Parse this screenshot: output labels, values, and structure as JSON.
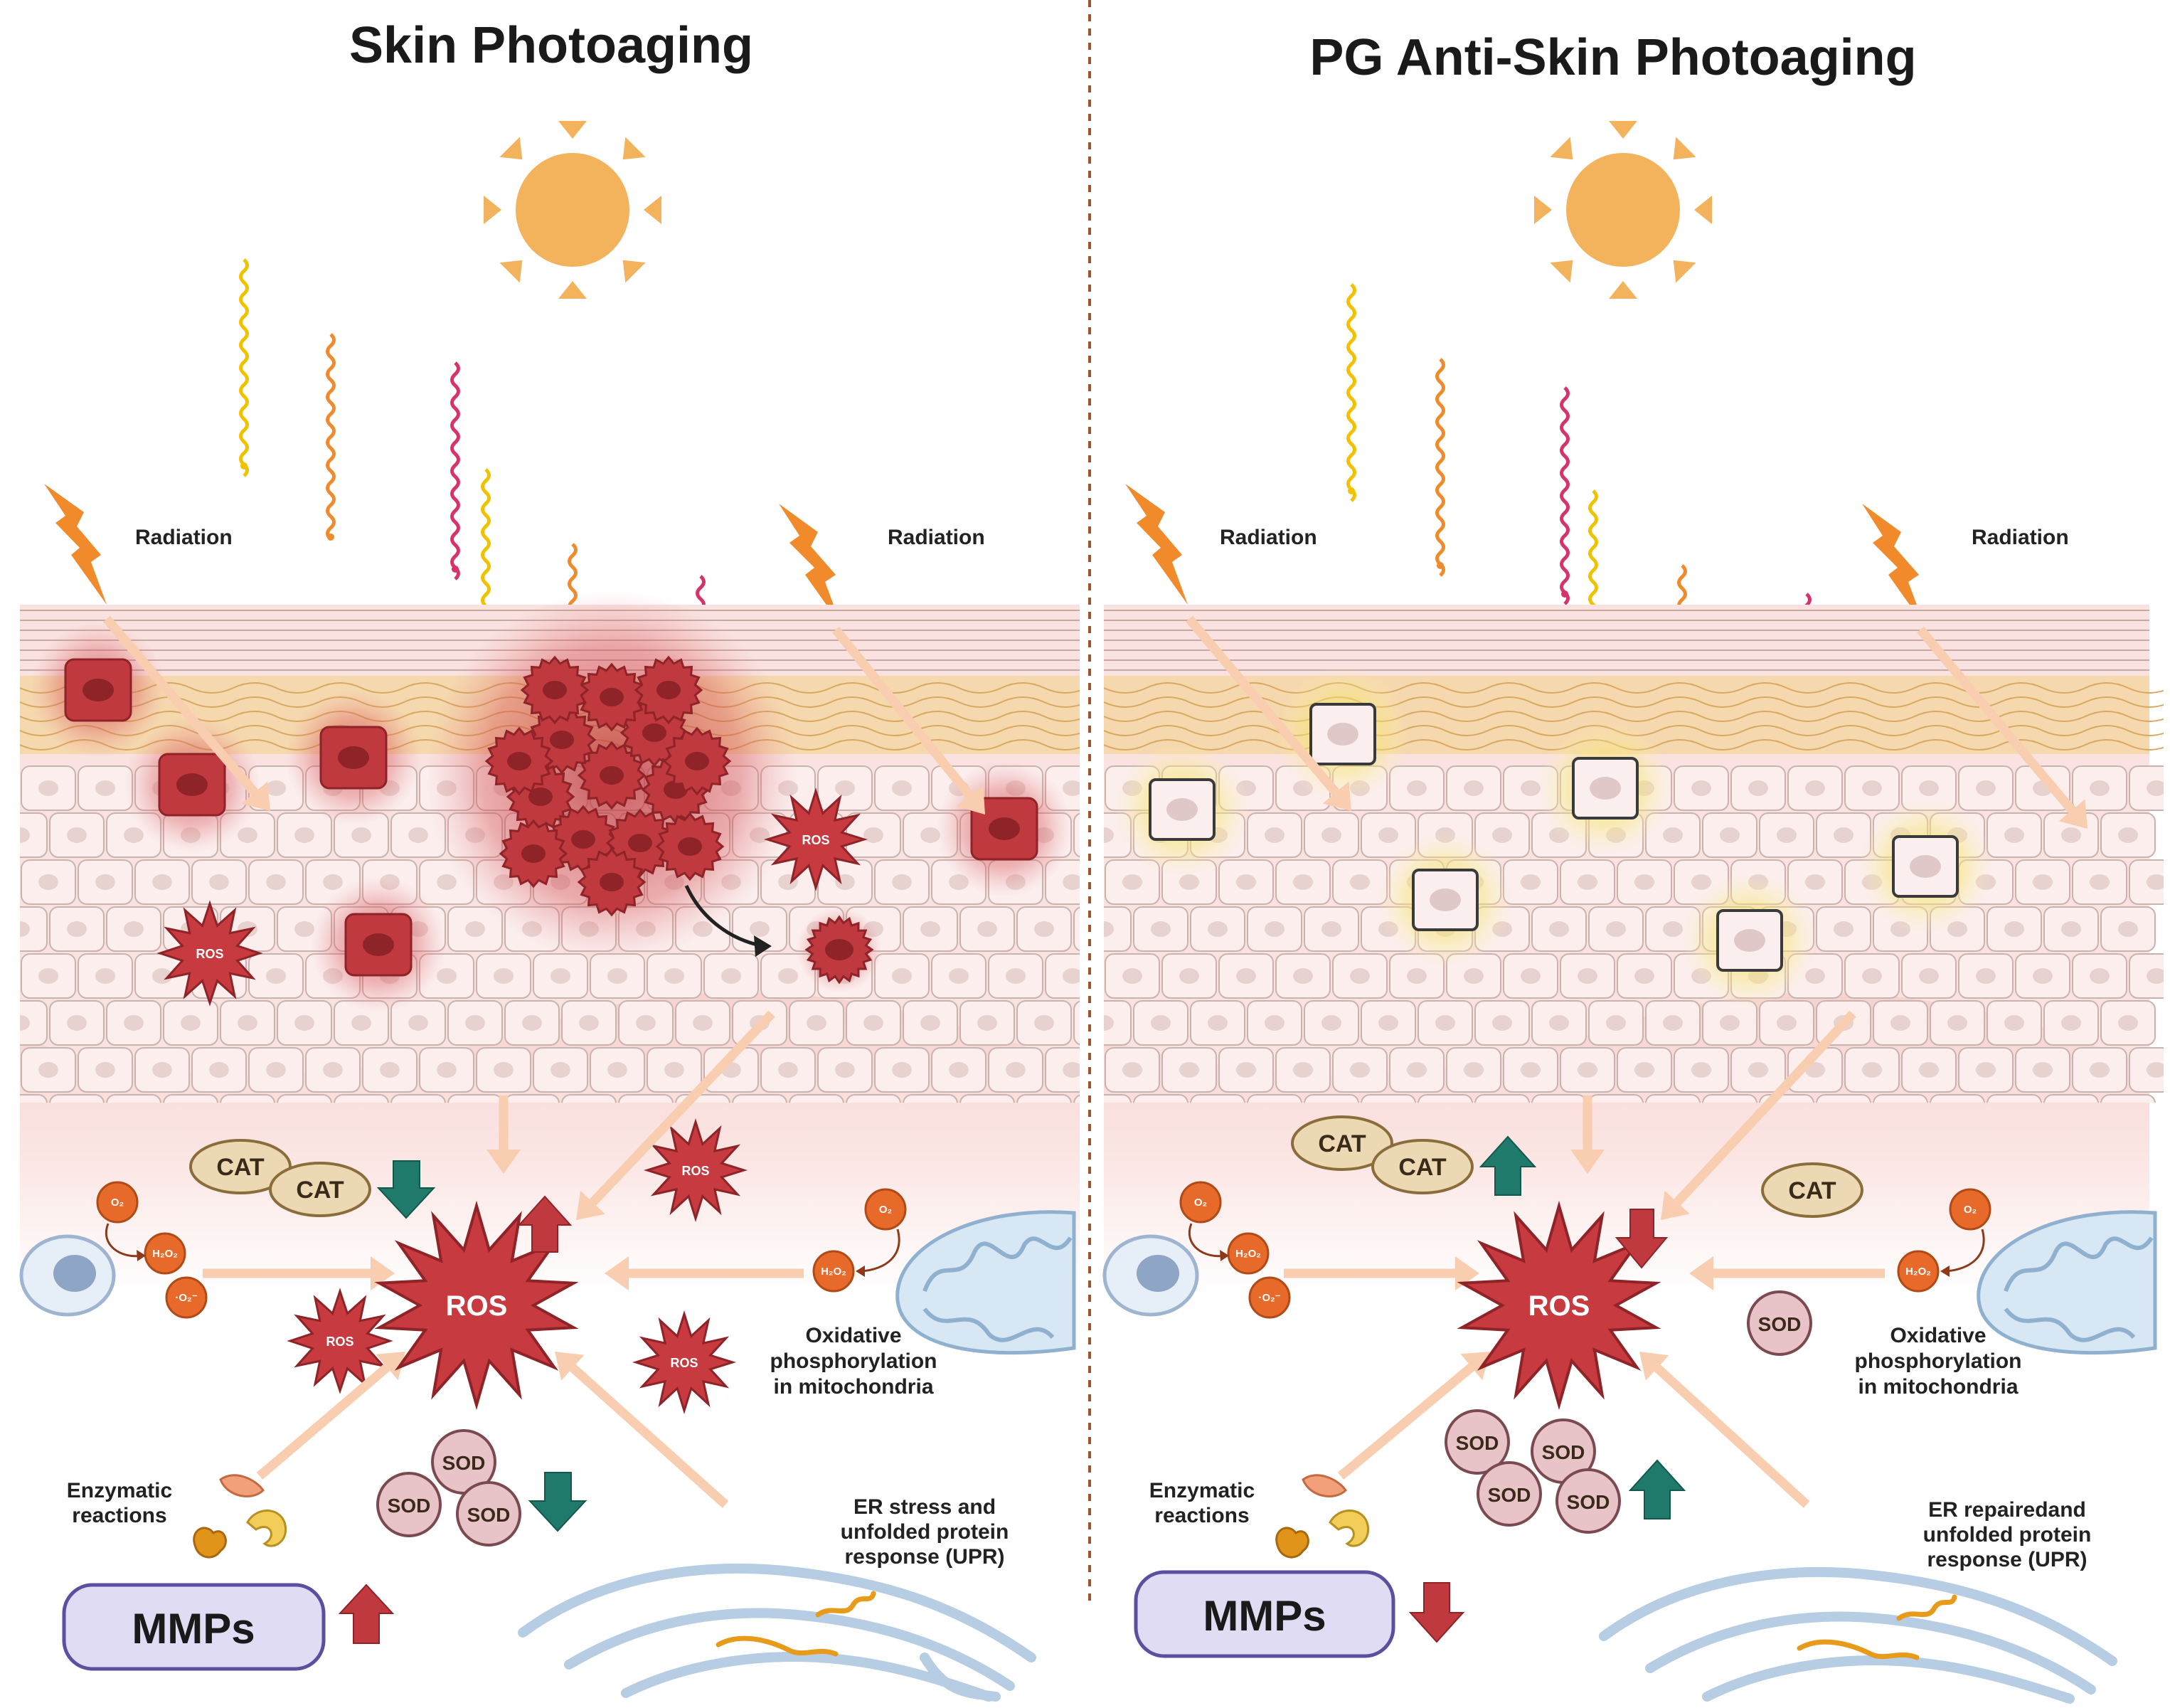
{
  "colors": {
    "sun": "#f3b25c",
    "damaged_cell": "#c0393f",
    "ros": "#c73a3f",
    "arrow_up_red": "#c0393f",
    "arrow_teal": "#1f7a6c",
    "repaired_glow": "#f3dc4a",
    "molecule": "#e86a2a",
    "cat": "#ecd9b3",
    "sod": "#e8c4c8",
    "mmps_box": "#e0dcf3"
  },
  "left": {
    "title": "Skin Photoaging",
    "radiation_label_1": "Radiation",
    "radiation_label_2": "Radiation",
    "ros_label": "ROS",
    "cat_label_1": "CAT",
    "cat_label_2": "CAT",
    "sod_label_1": "SOD",
    "sod_label_2": "SOD",
    "sod_label_3": "SOD",
    "oxidative_line1": "Oxidative",
    "oxidative_line2": "phosphorylation",
    "oxidative_line3": "in mitochondria",
    "enzymatic_line1": "Enzymatic",
    "enzymatic_line2": "reactions",
    "er_line1": "ER stress and",
    "er_line2": "unfolded protein",
    "er_line3": "response (UPR)",
    "mmps_label": "MMPs",
    "o2_label": "O₂",
    "h2o2_label": "H₂O₂",
    "superoxide_label": "·O₂⁻"
  },
  "right": {
    "title": "PG Anti-Skin Photoaging",
    "radiation_label_1": "Radiation",
    "radiation_label_2": "Radiation",
    "ros_label": "ROS",
    "cat_label_1": "CAT",
    "cat_label_2": "CAT",
    "cat_label_3": "CAT",
    "sod_label_1": "SOD",
    "sod_label_2": "SOD",
    "sod_label_3": "SOD",
    "sod_label_4": "SOD",
    "sod_label_5": "SOD",
    "oxidative_line1": "Oxidative",
    "oxidative_line2": "phosphorylation",
    "oxidative_line3": "in mitochondria",
    "enzymatic_line1": "Enzymatic",
    "enzymatic_line2": "reactions",
    "er_line1": "ER repairedand",
    "er_line2": "unfolded protein",
    "er_line3": "response (UPR)",
    "mmps_label": "MMPs",
    "o2_label": "O₂",
    "h2o2_label": "H₂O₂",
    "superoxide_label": "·O₂⁻"
  }
}
